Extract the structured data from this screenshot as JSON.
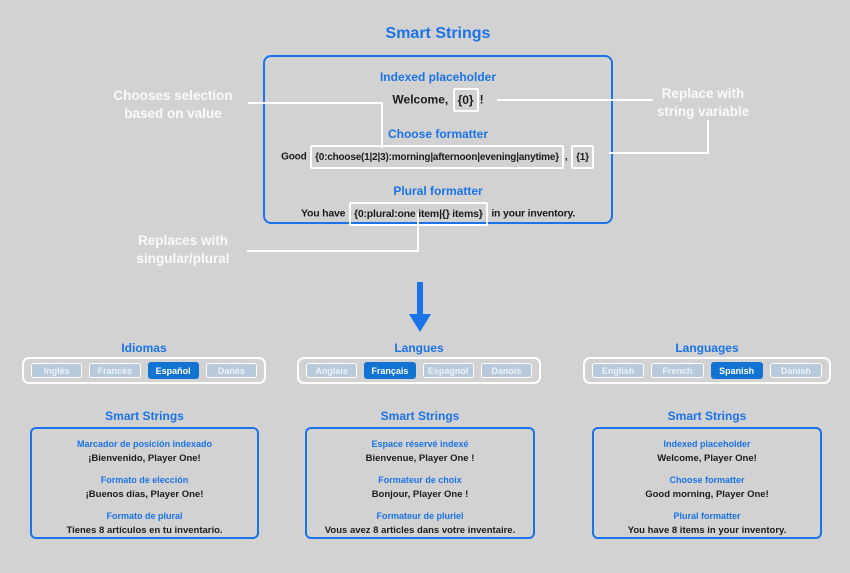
{
  "colors": {
    "background": "#d2d2d2",
    "accent": "#1a73e8",
    "annotation_text": "#fafafa",
    "connector": "#ffffff",
    "button_bg": "#b7c9da",
    "button_selected_bg": "#1273d2",
    "code_text": "#1b1b1b"
  },
  "title": "Smart Strings",
  "main_box": {
    "sections": [
      {
        "heading": "Indexed placeholder",
        "pre": "Welcome, ",
        "token": "{0}",
        "post": "!"
      },
      {
        "heading": "Choose formatter",
        "pre": "Good ",
        "token": "{0:choose(1|2|3):morning|afternoon|evening|anytime}",
        "mid": ", ",
        "token2": "{1}"
      },
      {
        "heading": "Plural formatter",
        "pre": "You have ",
        "token": "{0:plural:one item|{} items}",
        "post": " in your inventory."
      }
    ]
  },
  "annotations": {
    "choose": {
      "line1": "Chooses selection",
      "line2": "based on value"
    },
    "variable": {
      "line1": "Replace with",
      "line2": "string variable"
    },
    "plural": {
      "line1": "Replaces with",
      "line2": "singular/plural"
    }
  },
  "columns": [
    {
      "language_title": "Idiomas",
      "buttons": [
        {
          "label": "Inglés",
          "selected": false
        },
        {
          "label": "Francés",
          "selected": false
        },
        {
          "label": "Español",
          "selected": true
        },
        {
          "label": "Danés",
          "selected": false
        }
      ],
      "panel_title": "Smart Strings",
      "sections": [
        {
          "heading": "Marcador de posición indexado",
          "text": "¡Bienvenido, Player One!"
        },
        {
          "heading": "Formato de elección",
          "text": "¡Buenos días, Player One!"
        },
        {
          "heading": "Formato de plural",
          "text": "Tienes 8 artículos en tu inventario."
        }
      ]
    },
    {
      "language_title": "Langues",
      "buttons": [
        {
          "label": "Anglais",
          "selected": false
        },
        {
          "label": "Français",
          "selected": true
        },
        {
          "label": "Espagnol",
          "selected": false
        },
        {
          "label": "Danois",
          "selected": false
        }
      ],
      "panel_title": "Smart Strings",
      "sections": [
        {
          "heading": "Espace réservé indexé",
          "text": "Bienvenue, Player One !"
        },
        {
          "heading": "Formateur de choix",
          "text": "Bonjour, Player One !"
        },
        {
          "heading": "Formateur de pluriel",
          "text": "Vous avez 8 articles dans votre inventaire."
        }
      ]
    },
    {
      "language_title": "Languages",
      "buttons": [
        {
          "label": "English",
          "selected": false
        },
        {
          "label": "French",
          "selected": false
        },
        {
          "label": "Spanish",
          "selected": true
        },
        {
          "label": "Danish",
          "selected": false
        }
      ],
      "panel_title": "Smart Strings",
      "sections": [
        {
          "heading": "Indexed placeholder",
          "text": "Welcome, Player One!"
        },
        {
          "heading": "Choose formatter",
          "text": "Good morning, Player One!"
        },
        {
          "heading": "Plural formatter",
          "text": "You have 8 items in your inventory."
        }
      ]
    }
  ]
}
